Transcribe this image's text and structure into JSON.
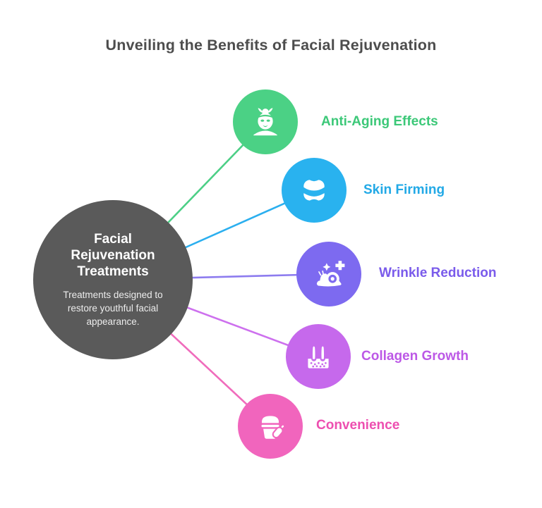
{
  "title": "Unveiling the Benefits of Facial Rejuvenation",
  "center": {
    "heading": "Facial Rejuvenation Treatments",
    "description": "Treatments designed to restore youthful facial appearance.",
    "bg_color": "#5a5a5a",
    "heading_color": "#ffffff",
    "description_color": "#ececec"
  },
  "nodes": [
    {
      "id": "anti-aging",
      "label": "Anti-Aging Effects",
      "icon": "facial-mask-icon",
      "color": "#4bd185",
      "label_color": "#3cc878",
      "line_color": "#4ccf86"
    },
    {
      "id": "skin-firming",
      "label": "Skin Firming",
      "icon": "skin-firming-icon",
      "color": "#29b2ef",
      "label_color": "#22a9e6",
      "line_color": "#2bafef"
    },
    {
      "id": "wrinkle-reduction",
      "label": "Wrinkle Reduction",
      "icon": "snail-icon",
      "color": "#7d6af0",
      "label_color": "#7a5beb",
      "line_color": "#8d7cef"
    },
    {
      "id": "collagen-growth",
      "label": "Collagen Growth",
      "icon": "skin-layer-icon",
      "color": "#c669ec",
      "label_color": "#bc58e6",
      "line_color": "#cd70ee"
    },
    {
      "id": "convenience",
      "label": "Convenience",
      "icon": "cream-jar-icon",
      "color": "#f165bd",
      "label_color": "#ed4fb0",
      "line_color": "#f06cbc"
    }
  ]
}
